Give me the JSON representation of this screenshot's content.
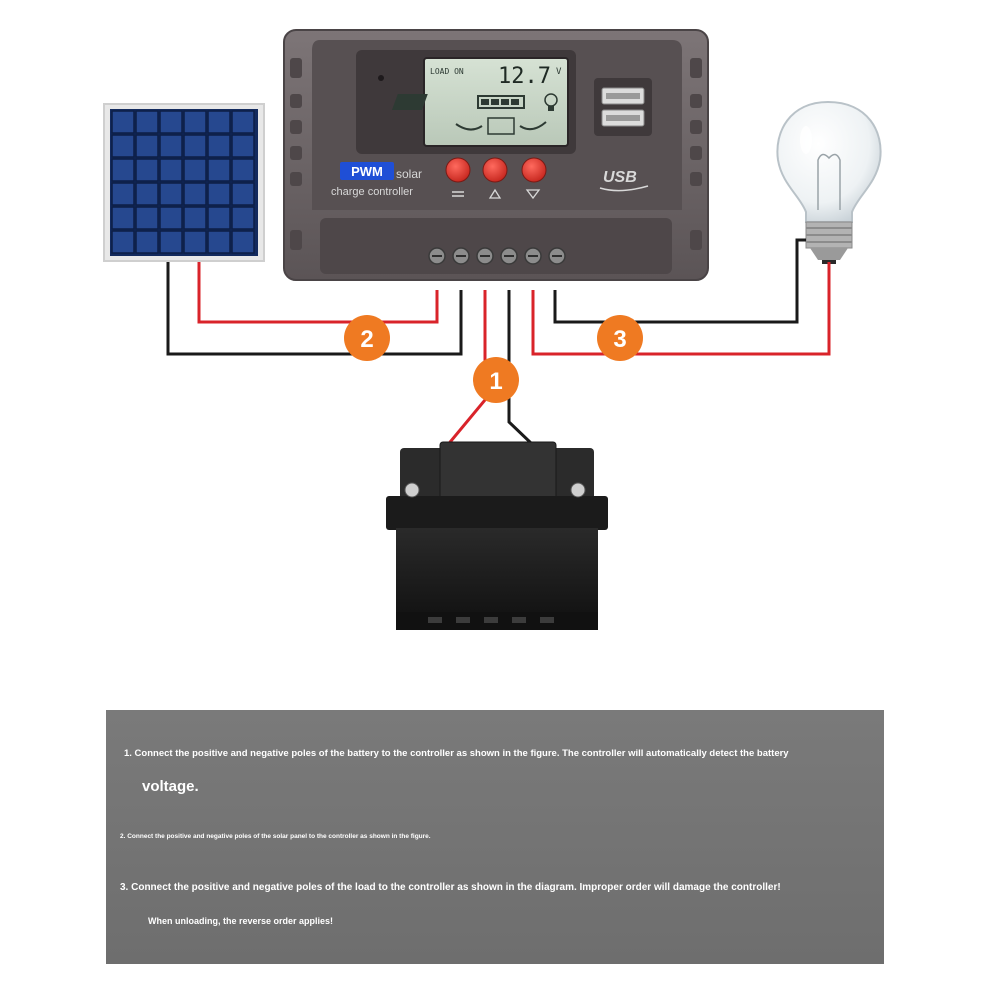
{
  "controller": {
    "lcd_load_label": "LOAD ON",
    "lcd_voltage": "12.7",
    "lcd_unit": "V",
    "brand_badge": "PWM",
    "brand_line1": "solar",
    "brand_line2": "charge controller",
    "usb_label": "USB",
    "buttons": [
      "menu",
      "up",
      "down"
    ]
  },
  "steps": {
    "step1": "1",
    "step2": "2",
    "step3": "3"
  },
  "colors": {
    "controller_body": "#6b6466",
    "lcd_screen": "#c8d8c8",
    "button_red": "#e4352c",
    "step_badge": "#ef7a22",
    "wire_red": "#d9232a",
    "wire_black": "#1a1a1a",
    "panel_cell": "#1c3a7a",
    "battery": "#1e1e1e",
    "instruction_bg": "#737373"
  },
  "instructions": {
    "line1": "1. Connect the positive and negative poles of the battery to the controller as shown in the figure. The controller will automatically detect the battery",
    "line1b": "voltage.",
    "line2": "2. Connect the positive and negative poles of the solar panel to the controller as shown in the figure.",
    "line3": "3. Connect the positive and negative poles of the load to the controller as shown in the diagram. Improper order will damage the controller!",
    "line4": "When unloading, the reverse order applies!"
  },
  "icons": [
    "solar-panel-icon",
    "light-bulb-icon",
    "battery-icon",
    "usb-port-icon"
  ]
}
